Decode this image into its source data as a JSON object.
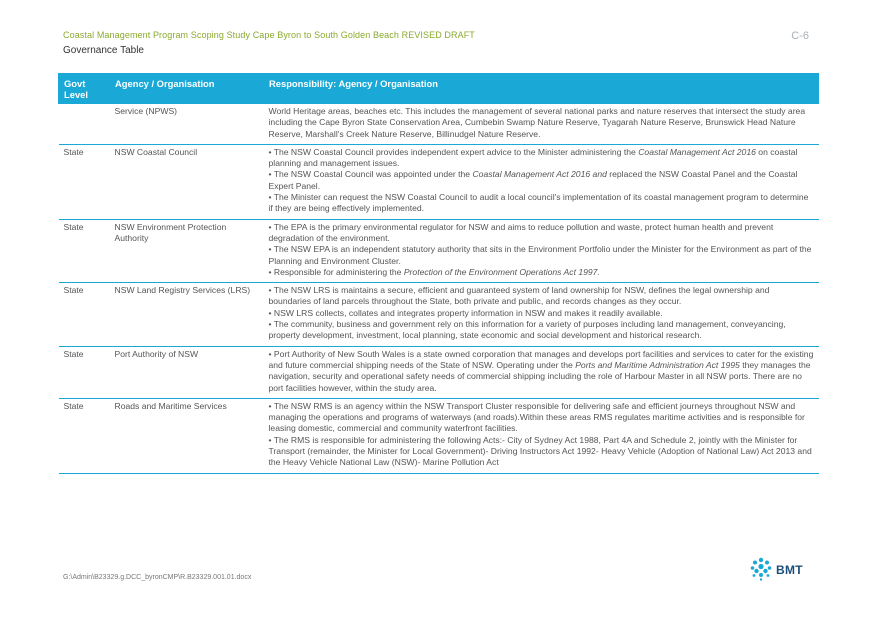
{
  "header": {
    "doc_title": "Coastal Management Program Scoping Study Cape Byron to South Golden Beach REVISED DRAFT",
    "page_number": "C-6",
    "section_title": "Governance Table"
  },
  "table": {
    "columns": [
      "Govt Level",
      "Agency / Organisation",
      "Responsibility: Agency / Organisation"
    ],
    "rows": [
      {
        "level": "",
        "agency": "Service (NPWS)",
        "paras": [
          [
            {
              "t": "World Heritage areas, beaches etc. This includes the management of several national parks and nature reserves that intersect the study area including the Cape Byron State Conservation Area, Cumbebin Swamp Nature Reserve, Tyagarah Nature Reserve, Brunswick Head Nature Reserve, Marshall's Creek Nature Reserve, Billinudgel Nature Reserve."
            }
          ]
        ]
      },
      {
        "level": "State",
        "agency": "NSW Coastal Council",
        "paras": [
          [
            {
              "t": "• The NSW Coastal Council provides independent expert advice to the Minister administering the "
            },
            {
              "t": "Coastal Management Act 2016",
              "i": true
            },
            {
              "t": " on coastal planning and management issues."
            }
          ],
          [
            {
              "t": "• The NSW Coastal Council was appointed under the "
            },
            {
              "t": "Coastal Management Act 2016 and",
              "i": true
            },
            {
              "t": " replaced the NSW Coastal Panel and the Coastal Expert Panel."
            }
          ],
          [
            {
              "t": "• The Minister can request the NSW Coastal Council to audit a local council's implementation of its coastal management program to determine if they are being effectively implemented."
            }
          ]
        ]
      },
      {
        "level": "State",
        "agency": "NSW Environment Protection Authority",
        "paras": [
          [
            {
              "t": "• The EPA is the primary environmental regulator for NSW and aims to reduce pollution and waste, protect human health and prevent degradation of the environment."
            }
          ],
          [
            {
              "t": "• The NSW EPA is an independent statutory authority that sits in the Environment Portfolio under the Minister for the Environment as part of the Planning and Environment Cluster."
            }
          ],
          [
            {
              "t": "• Responsible for administering the "
            },
            {
              "t": "Protection of the Environment Operations Act 1997.",
              "i": true
            }
          ]
        ]
      },
      {
        "level": "State",
        "agency": "NSW Land Registry Services (LRS)",
        "paras": [
          [
            {
              "t": "• The NSW LRS is maintains a secure, efficient and guaranteed system of land ownership for NSW, defines the legal ownership and boundaries of land parcels throughout the State, both private and public, and records changes as they occur."
            }
          ],
          [
            {
              "t": "• NSW LRS collects, collates and integrates property information in NSW and makes it readily available."
            }
          ],
          [
            {
              "t": "• The community, business and government rely on this information for a variety of purposes including land management, conveyancing, property development, investment, local planning, state economic and social development and historical research."
            }
          ]
        ]
      },
      {
        "level": "State",
        "agency": "Port Authority of NSW",
        "paras": [
          [
            {
              "t": "• Port Authority of New South Wales is a state owned corporation that manages and develops port facilities and services to cater for the existing and future commercial shipping needs of the State of NSW. Operating under the "
            },
            {
              "t": "Ports and Maritime Administration Act 1995",
              "i": true
            },
            {
              "t": " they manages the navigation, security and operational safety needs of commercial shipping including the role of Harbour Master in all NSW ports.  There are no port facilities however, within the study area."
            }
          ]
        ]
      },
      {
        "level": "State",
        "agency": "Roads and Maritime Services",
        "paras": [
          [
            {
              "t": "• The NSW RMS is an agency within the NSW Transport Cluster responsible for delivering safe and efficient journeys throughout NSW and managing the operations and programs of waterways (and roads).Within these areas RMS regulates maritime activities and is responsible for leasing domestic, commercial and community waterfront facilities."
            }
          ],
          [
            {
              "t": "• The RMS is responsible for administering the following Acts:- City of Sydney Act 1988, Part 4A and Schedule 2, jointly with the Minister for Transport (remainder, the Minister for Local Government)- Driving Instructors Act 1992- Heavy Vehicle (Adoption of National Law) Act 2013 and the Heavy Vehicle National Law (NSW)- Marine Pollution Act"
            }
          ]
        ]
      }
    ]
  },
  "footer": {
    "file_path": "G:\\Admin\\B23329.g.DCC_byronCMP\\R.B23329.001.01.docx",
    "logo_text": "BMT"
  },
  "colors": {
    "header_fill": "#1aa9d6",
    "title_green": "#8aaa2e",
    "logo_blue": "#1b4e7a"
  }
}
